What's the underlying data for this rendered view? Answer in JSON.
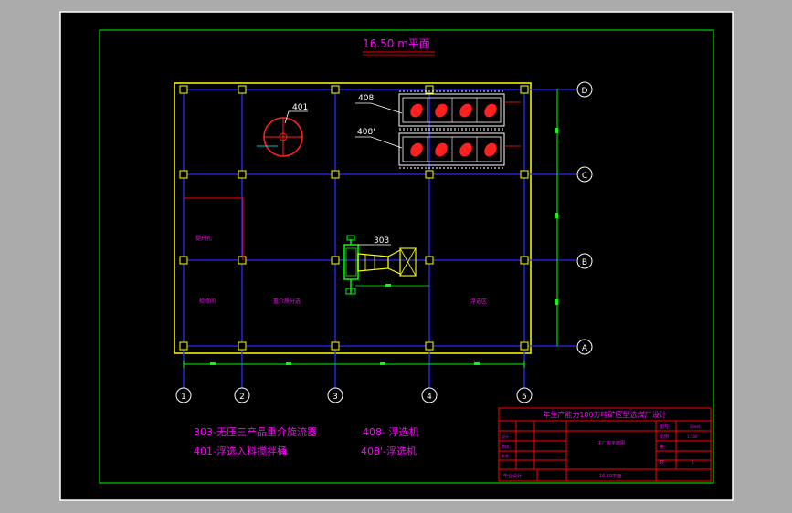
{
  "title": "16.50 m平面",
  "equipment_tags": {
    "t408": "408",
    "t408b": "408'",
    "t401": "401",
    "t303": "303"
  },
  "room_labels": {
    "r1": "提升孔",
    "r2": "检修间",
    "r3": "重介质分选",
    "r4": "浮选区"
  },
  "row_bubbles": [
    "D",
    "C",
    "B",
    "A"
  ],
  "col_bubbles": [
    "1",
    "2",
    "3",
    "4",
    "5"
  ],
  "legend": {
    "l303": "303-无压三产品重介旋流器",
    "l408": "408- 浮选机",
    "l401": "401-浮选入料搅拌桶",
    "l408b": "408'-浮选机"
  },
  "titleblock": {
    "heading": "年生产能力180万吨矿区型选煤厂设计",
    "center_text": "主厂房平面图",
    "bottom_text": "16.50平面",
    "bottom_left": "毕业设计",
    "r1_label": "图号",
    "r1_value": "Sheet",
    "r2_label": "比例",
    "r2_value": "1:100",
    "r3_label": "第",
    "r4_label": "共",
    "r4_value": "1",
    "l_row2": "设计",
    "l_row3": "审核",
    "l_row4": "批准"
  },
  "colors": {
    "paper": "#000000",
    "frame": "#ffffff",
    "outline": "#00ff00",
    "wall": "#ffff00",
    "grid": "#0000ff",
    "magenta": "#ff00ff",
    "red": "#ff0000",
    "text_white": "#ffffff"
  }
}
